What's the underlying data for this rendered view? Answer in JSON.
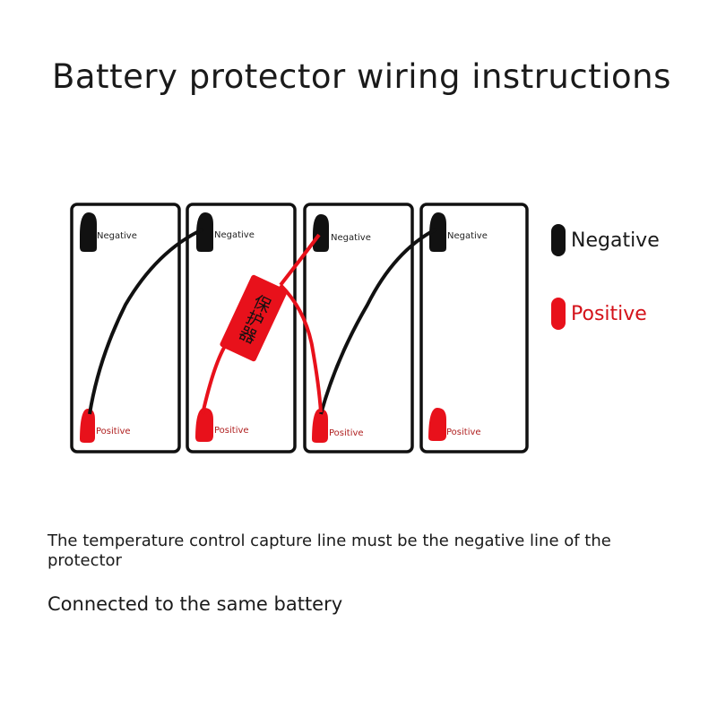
{
  "title": "Battery protector wiring instructions",
  "batteries": [
    {
      "negative_label": "Negative",
      "positive_label": "Positive"
    },
    {
      "negative_label": "Negative",
      "positive_label": "Positive"
    },
    {
      "negative_label": "Negative",
      "positive_label": "Positive"
    },
    {
      "negative_label": "Negative",
      "positive_label": "Positive"
    }
  ],
  "protector": {
    "label": "保护器",
    "color": "#e8111b"
  },
  "legend": {
    "negative": {
      "label": "Negative",
      "color": "#111111"
    },
    "positive": {
      "label": "Positive",
      "color": "#e8111b"
    }
  },
  "notes": {
    "line1": "The temperature control capture line must be the negative line of the protector",
    "line2": "Connected to the same battery"
  },
  "colors": {
    "negative": "#111111",
    "positive": "#e8111b",
    "positive_text": "#b02020"
  }
}
